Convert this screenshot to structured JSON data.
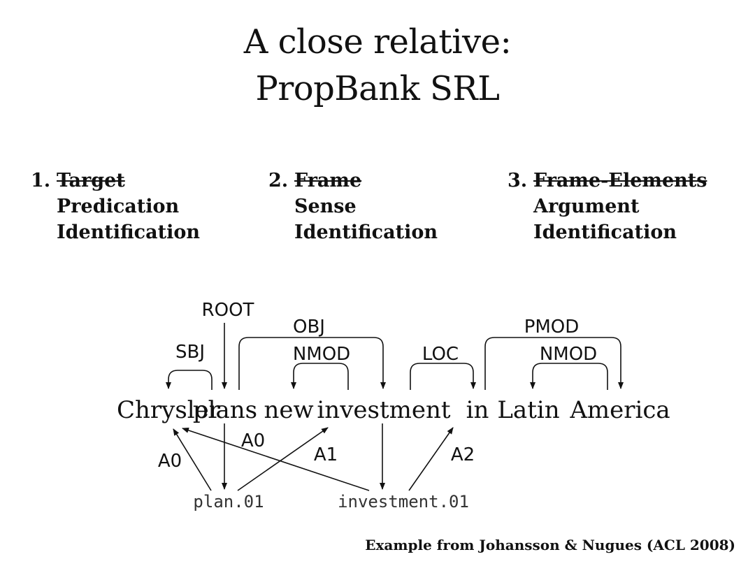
{
  "title": {
    "line1": "A close relative:",
    "line2": "PropBank SRL"
  },
  "steps": [
    {
      "number": "1.",
      "struck": "Target",
      "lines": [
        "Predication",
        "Identification"
      ]
    },
    {
      "number": "2.",
      "struck": "Frame",
      "lines": [
        "Sense",
        "Identification"
      ]
    },
    {
      "number": "3.",
      "struck": "Frame-Elements",
      "lines": [
        "Argument",
        "Identification"
      ]
    }
  ],
  "diagram": {
    "sentence": [
      "Chrysler",
      "plans",
      "new",
      "investment",
      "in",
      "Latin",
      "America"
    ],
    "dependency_labels": {
      "root": "ROOT",
      "sbj": "SBJ",
      "obj": "OBJ",
      "nmod_1": "NMOD",
      "loc": "LOC",
      "pmod": "PMOD",
      "nmod_2": "NMOD"
    },
    "frames": [
      "plan.01",
      "investment.01"
    ],
    "argument_labels": {
      "plan_a0": "A0",
      "plan_a1": "A1",
      "investment_a0": "A0",
      "investment_a2": "A2"
    }
  },
  "citation": "Example from Johansson & Nugues (ACL 2008)"
}
